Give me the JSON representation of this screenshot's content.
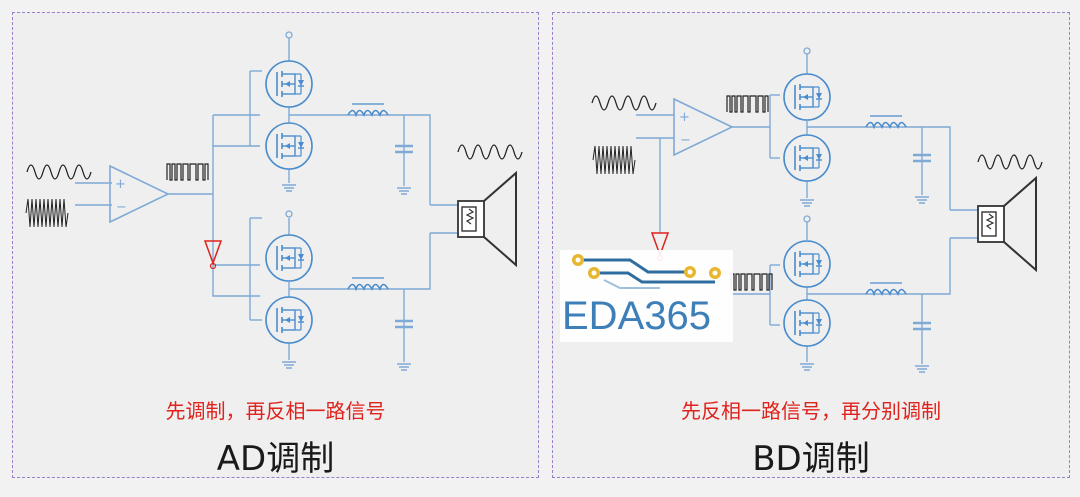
{
  "left_panel": {
    "caption": "先调制，再反相一路信号",
    "title": "AD调制"
  },
  "right_panel": {
    "caption": "先反相一路信号，再分别调制",
    "title": "BD调制"
  },
  "watermark": {
    "text": "EDA365"
  },
  "colors": {
    "wire": "#7fa9d6",
    "mosfet": "#4a8ccc",
    "inverter": "#e0221c",
    "waveform": "#222222",
    "caption": "#e0221c",
    "logo_text": "#3d7fb8",
    "logo_pad": "#e8b730",
    "logo_trace": "#2f6da0"
  }
}
